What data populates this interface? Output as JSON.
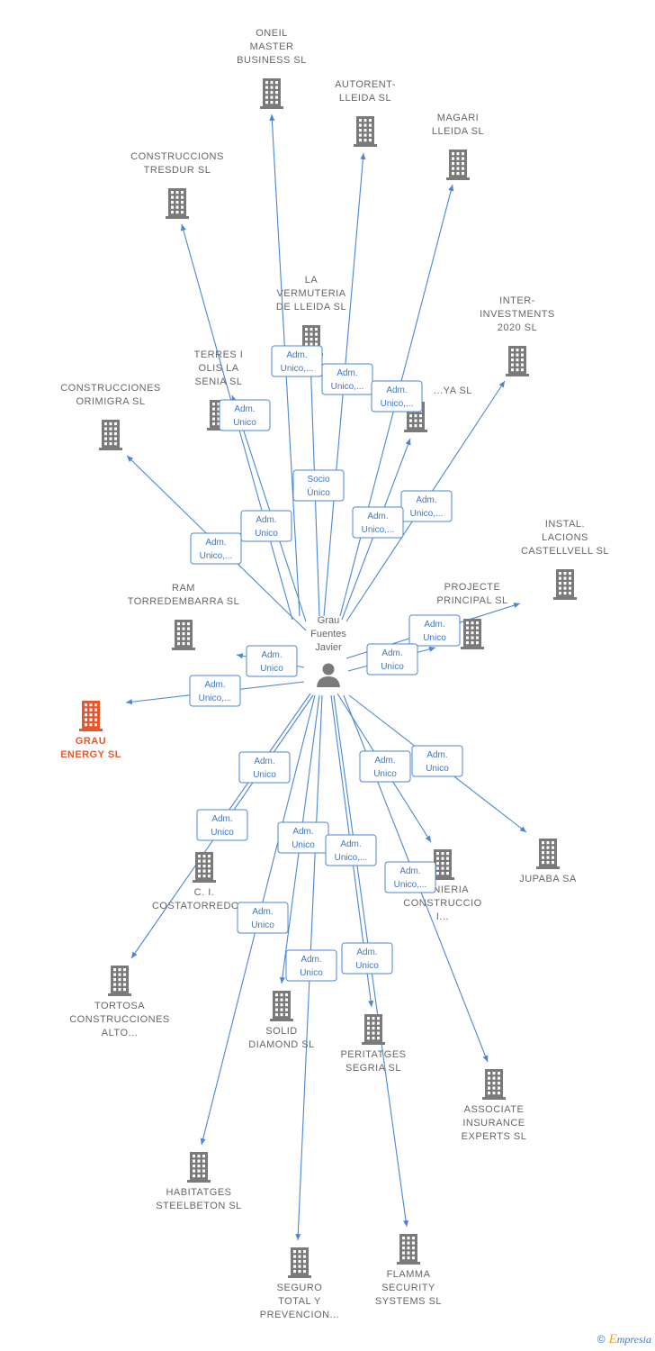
{
  "center": {
    "name_lines": [
      "Grau",
      "Fuentes",
      "Javier"
    ],
    "icon": "person-icon"
  },
  "colors": {
    "edge": "#4a86d6",
    "node": "#7a7a7a",
    "highlight": "#e8572c"
  },
  "nodes": [
    {
      "id": "oneil",
      "lines": [
        "ONEIL",
        "MASTER",
        "BUSINESS  SL"
      ]
    },
    {
      "id": "autorent",
      "lines": [
        "AUTORENT-",
        "LLEIDA  SL"
      ]
    },
    {
      "id": "magari",
      "lines": [
        "MAGARI",
        "LLEIDA  SL"
      ]
    },
    {
      "id": "tresdur",
      "lines": [
        "CONSTRUCCIONS",
        "TRESDUR SL"
      ]
    },
    {
      "id": "vermuteria",
      "lines": [
        "LA",
        "VERMUTERIA",
        "DE LLEIDA  SL"
      ]
    },
    {
      "id": "inter",
      "lines": [
        "INTER-",
        "INVESTMENTS",
        "2020  SL"
      ]
    },
    {
      "id": "terres",
      "lines": [
        "TERRES I",
        "OLIS LA",
        "SENIA  SL"
      ]
    },
    {
      "id": "ya",
      "lines": [
        "...YA  SL"
      ]
    },
    {
      "id": "orimigra",
      "lines": [
        "CONSTRUCCIONES",
        "ORIMIGRA SL"
      ]
    },
    {
      "id": "castellvell",
      "lines": [
        "INSTAL.",
        "LACIONS",
        "CASTELLVELL SL"
      ]
    },
    {
      "id": "projecte",
      "lines": [
        "PROJECTE",
        "PRINCIPAL SL"
      ]
    },
    {
      "id": "ram",
      "lines": [
        "RAM",
        "TORREDEMBARRA SL"
      ]
    },
    {
      "id": "grau",
      "lines": [
        "GRAU",
        "ENERGY  SL"
      ],
      "main": true
    },
    {
      "id": "ci",
      "lines": [
        "C. I.",
        "COSTATORREDOR..."
      ]
    },
    {
      "id": "enginyeria",
      "lines": [
        "...ENIERIA",
        "CONSTRUCCIO",
        "I..."
      ]
    },
    {
      "id": "jupaba",
      "lines": [
        "JUPABA SA"
      ]
    },
    {
      "id": "tortosa",
      "lines": [
        "TORTOSA",
        "CONSTRUCCIONES",
        "ALTO..."
      ]
    },
    {
      "id": "solid",
      "lines": [
        "SOLID",
        "DIAMOND SL"
      ]
    },
    {
      "id": "peritatges",
      "lines": [
        "PERITATGES",
        "SEGRIA  SL"
      ]
    },
    {
      "id": "associate",
      "lines": [
        "ASSOCIATE",
        "INSURANCE",
        "EXPERTS  SL"
      ]
    },
    {
      "id": "habitatges",
      "lines": [
        "HABITATGES",
        "STEELBETON SL"
      ]
    },
    {
      "id": "seguro",
      "lines": [
        "SEGURO",
        "TOTAL Y",
        "PREVENCION..."
      ]
    },
    {
      "id": "flamma",
      "lines": [
        "FLAMMA",
        "SECURITY",
        "SYSTEMS SL"
      ]
    }
  ],
  "relations": [
    {
      "to": "vermuteria",
      "lines": [
        "Adm.",
        "Unico,..."
      ]
    },
    {
      "to": "autorent",
      "lines": [
        "Adm.",
        "Unico,..."
      ]
    },
    {
      "to": "magari",
      "lines": [
        "Adm.",
        "Unico,..."
      ]
    },
    {
      "to": "terres",
      "lines": [
        "Adm.",
        "Unico"
      ]
    },
    {
      "to": "oneil",
      "lines": [
        "Socio",
        "Único"
      ]
    },
    {
      "to": "inter",
      "lines": [
        "Adm.",
        "Unico,..."
      ]
    },
    {
      "to": "ya",
      "lines": [
        "Adm.",
        "Unico,..."
      ]
    },
    {
      "to": "tresdur",
      "lines": [
        "Adm.",
        "Unico"
      ]
    },
    {
      "to": "orimigra",
      "lines": [
        "Adm.",
        "Unico,..."
      ]
    },
    {
      "to": "castellvell",
      "lines": [
        "Adm.",
        "Unico"
      ]
    },
    {
      "to": "projecte",
      "lines": [
        "Adm.",
        "Unico"
      ]
    },
    {
      "to": "ram",
      "lines": [
        "Adm.",
        "Unico"
      ]
    },
    {
      "to": "grau",
      "lines": [
        "Adm.",
        "Unico,..."
      ]
    },
    {
      "to": "ci",
      "lines": [
        "Adm.",
        "Unico"
      ]
    },
    {
      "to": "enginyeria",
      "lines": [
        "Adm.",
        "Unico"
      ]
    },
    {
      "to": "jupaba",
      "lines": [
        "Adm.",
        "Unico"
      ]
    },
    {
      "to": "tortosa",
      "lines": [
        "Adm.",
        "Unico"
      ]
    },
    {
      "to": "solid",
      "lines": [
        "Adm.",
        "Unico"
      ]
    },
    {
      "to": "peritatges",
      "lines": [
        "Adm.",
        "Unico,..."
      ]
    },
    {
      "to": "associate",
      "lines": [
        "Adm.",
        "Unico,..."
      ]
    },
    {
      "to": "habitatges",
      "lines": [
        "Adm.",
        "Unico"
      ]
    },
    {
      "to": "seguro",
      "lines": [
        "Adm.",
        "Unico"
      ]
    },
    {
      "to": "flamma",
      "lines": [
        "Adm.",
        "Unico"
      ]
    }
  ],
  "footer": {
    "copyright": "©",
    "brand_initial": "E",
    "brand_rest": "mpresia"
  }
}
